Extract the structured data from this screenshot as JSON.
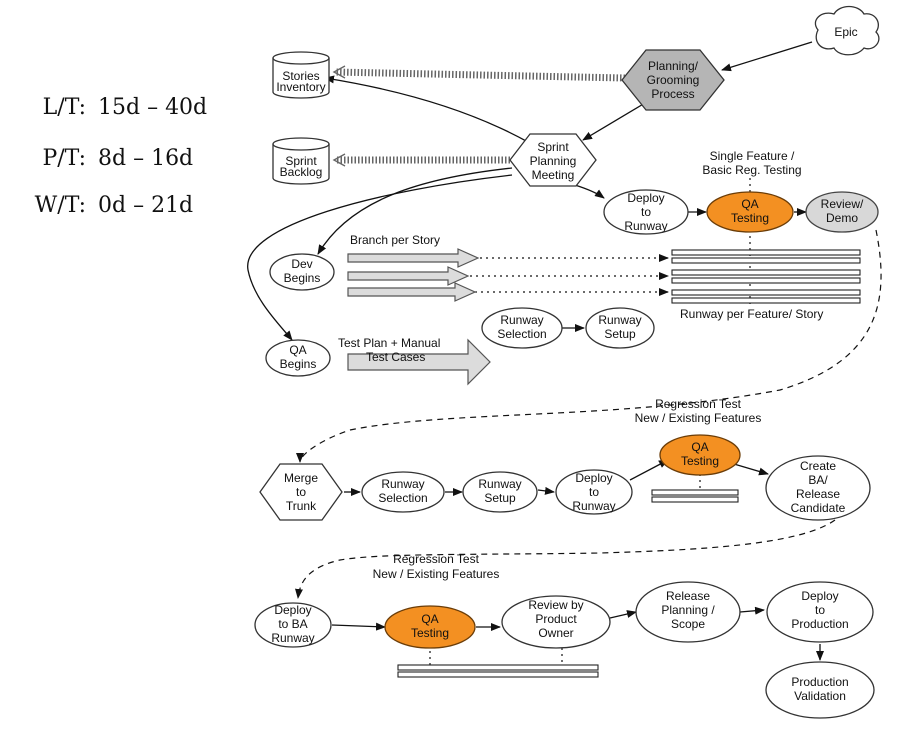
{
  "metrics": [
    {
      "label": "L/T:",
      "value": "15d – 40d"
    },
    {
      "label": "P/T:",
      "value": "8d – 16d"
    },
    {
      "label": "W/T:",
      "value": "0d – 21d"
    }
  ],
  "nodes": {
    "stories_inventory": [
      "Stories",
      "Inventory"
    ],
    "sprint_backlog": [
      "Sprint",
      "Backlog"
    ],
    "epic": [
      "Epic"
    ],
    "planning_grooming": [
      "Planning/",
      "Grooming",
      "Process"
    ],
    "sprint_planning": [
      "Sprint",
      "Planning",
      "Meeting"
    ],
    "deploy_runway_1": [
      "Deploy",
      "to",
      "Runway"
    ],
    "qa_testing_1": [
      "QA",
      "Testing"
    ],
    "review_demo": [
      "Review/",
      "Demo"
    ],
    "dev_begins": [
      "Dev",
      "Begins"
    ],
    "qa_begins": [
      "QA",
      "Begins"
    ],
    "runway_selection_1": [
      "Runway",
      "Selection"
    ],
    "runway_setup_1": [
      "Runway",
      "Setup"
    ],
    "merge_trunk": [
      "Merge",
      "to",
      "Trunk"
    ],
    "runway_selection_2": [
      "Runway",
      "Selection"
    ],
    "runway_setup_2": [
      "Runway",
      "Setup"
    ],
    "deploy_runway_2": [
      "Deploy",
      "to",
      "Runway"
    ],
    "qa_testing_2": [
      "QA",
      "Testing"
    ],
    "create_ba": [
      "Create",
      "BA/",
      "Release",
      "Candidate"
    ],
    "deploy_ba": [
      "Deploy",
      "to BA",
      "Runway"
    ],
    "qa_testing_3": [
      "QA",
      "Testing"
    ],
    "review_po": [
      "Review by",
      "Product",
      "Owner"
    ],
    "release_planning": [
      "Release",
      "Planning /",
      "Scope"
    ],
    "deploy_production": [
      "Deploy",
      "to",
      "Production"
    ],
    "production_validation": [
      "Production",
      "Validation"
    ]
  },
  "notes": {
    "single_feature": [
      "Single Feature /",
      "Basic Reg. Testing"
    ],
    "branch_per_story": "Branch per Story",
    "runway_per_feature": "Runway per Feature/ Story",
    "test_plan": [
      "Test Plan  + Manual",
      "Test Cases"
    ],
    "regression_1": [
      "Regression Test",
      "New / Existing Features"
    ],
    "regression_2": [
      "Regression Test",
      "New / Existing Features"
    ]
  },
  "colors": {
    "qa_fill": "#f39022",
    "review_fill": "#d8d8d8",
    "process_fill": "#b5b5b5"
  }
}
